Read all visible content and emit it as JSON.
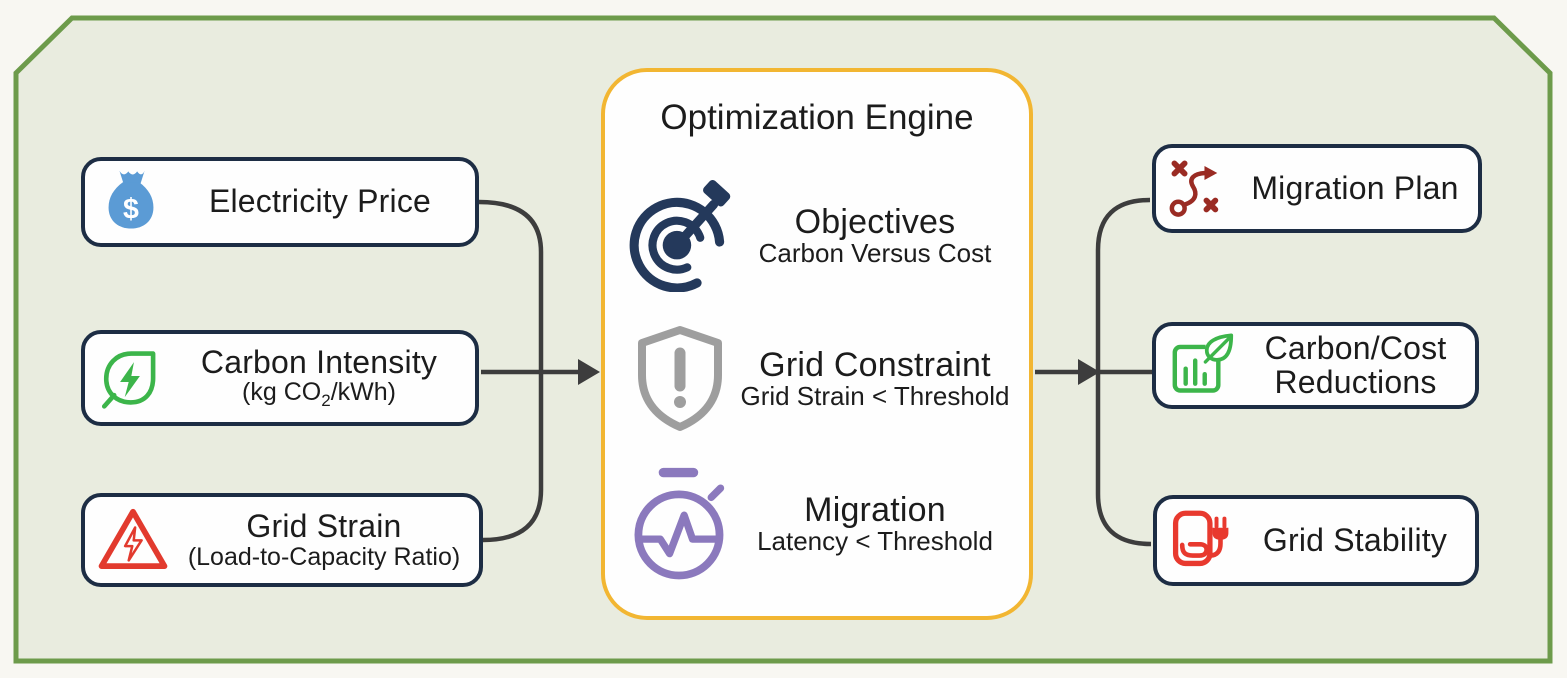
{
  "engine": {
    "title": "Optimization Engine",
    "items": [
      {
        "label": "Objectives",
        "sublabel": "Carbon Versus Cost",
        "icon": "target-icon"
      },
      {
        "label": "Grid Constraint",
        "sublabel": "Grid Strain < Threshold",
        "icon": "shield-exclamation-icon"
      },
      {
        "label": "Migration",
        "sublabel": "Latency < Threshold",
        "icon": "stopwatch-pulse-icon"
      }
    ]
  },
  "inputs": [
    {
      "label": "Electricity Price",
      "icon": "money-bag-icon"
    },
    {
      "label": "Carbon Intensity",
      "sublabel_prefix": "(kg CO",
      "sublabel_sub": "2",
      "sublabel_suffix": "/kWh)",
      "icon": "leaf-energy-icon"
    },
    {
      "label": "Grid Strain",
      "sublabel": "(Load-to-Capacity Ratio)",
      "icon": "warning-triangle-icon"
    }
  ],
  "outputs": [
    {
      "label": "Migration Plan",
      "icon": "strategy-path-icon"
    },
    {
      "label": "Carbon/Cost Reductions",
      "icon": "eco-chart-icon"
    },
    {
      "label": "Grid Stability",
      "icon": "charging-station-icon"
    }
  ],
  "colors": {
    "panel_border": "#6d9b4b",
    "panel_fill": "#e9ecdf",
    "node_border": "#1d2d44",
    "engine_border": "#f2b632",
    "connector": "#3d3d3d",
    "money_bag": "#5b9bd5",
    "leaf_green": "#3cb54a",
    "warning_red": "#e23a2e",
    "target_navy": "#24395b",
    "shield_gray": "#9e9e9e",
    "stopwatch_purple": "#8b79bd",
    "strategy_maroon": "#9a2b23",
    "stability_red": "#e8392e"
  }
}
